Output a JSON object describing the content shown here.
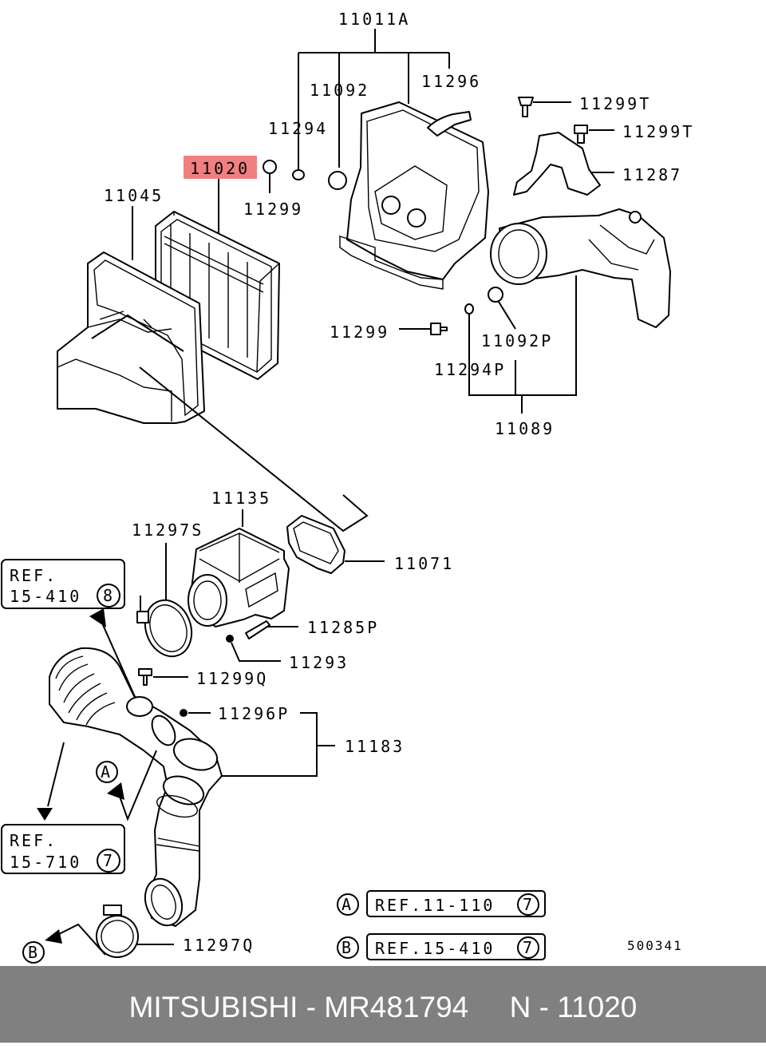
{
  "diagram": {
    "highlight_color": "#f08080",
    "labels": {
      "p11011A": "11011A",
      "p11092": "11092",
      "p11296": "11296",
      "p11294": "11294",
      "p11299T_a": "11299T",
      "p11299T_b": "11299T",
      "p11020": "11020",
      "p11299_top": "11299",
      "p11287": "11287",
      "p11045": "11045",
      "p11299_mid": "11299",
      "p11092P": "11092P",
      "p11294P": "11294P",
      "p11089": "11089",
      "p11135": "11135",
      "p11297S": "11297S",
      "p11071": "11071",
      "p11285P": "11285P",
      "p11293": "11293",
      "p11299Q": "11299Q",
      "p11296P": "11296P",
      "p11183": "11183",
      "p11297Q": "11297Q",
      "code": "500341"
    },
    "refs": {
      "ref1_title": "REF.",
      "ref1_num": "15-410",
      "ref1_circle": "8",
      "ref2_title": "REF.",
      "ref2_num": "15-710",
      "ref2_circle": "7",
      "legend_a_letter": "A",
      "legend_a_ref": "REF.11-110",
      "legend_a_circle": "7",
      "legend_b_letter": "B",
      "legend_b_ref": "REF.15-410",
      "legend_b_circle": "7",
      "marker_a": "A",
      "marker_b": "B"
    }
  },
  "footer": {
    "text": "MITSUBISHI - MR481794     N - 11020"
  }
}
